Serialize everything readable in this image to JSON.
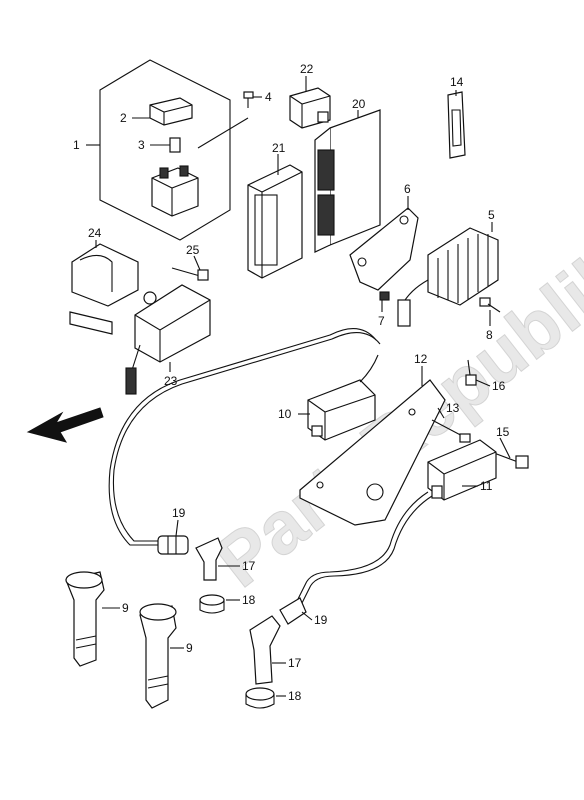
{
  "watermark": "PartsRepublik",
  "callouts": [
    "1",
    "2",
    "3",
    "4",
    "5",
    "6",
    "7",
    "8",
    "9",
    "9",
    "10",
    "11",
    "12",
    "13",
    "14",
    "15",
    "16",
    "17",
    "17",
    "18",
    "18",
    "19",
    "19",
    "20",
    "21",
    "22",
    "23",
    "24",
    "25"
  ],
  "colors": {
    "ink": "#111111",
    "watermark": "#e8e8e8",
    "background": "#ffffff"
  },
  "icons": {
    "direction_arrow": "front-arrow-icon"
  }
}
